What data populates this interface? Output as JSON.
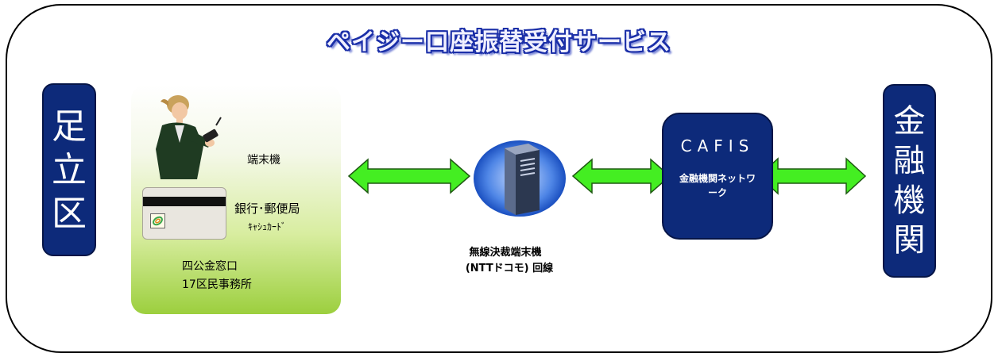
{
  "title": "ペイジー口座振替受付サービス",
  "adachi": [
    "足",
    "立",
    "区"
  ],
  "kinyu": [
    "金",
    "融",
    "機",
    "関"
  ],
  "panel": {
    "terminal": "端末機",
    "bank": "銀行･郵便局",
    "card": "ｷｬｼｭｶｰﾄﾞ",
    "madoguchi": "四公金窓口",
    "kumin": "17区民事務所"
  },
  "network": {
    "line1": "無線決裁端末機",
    "line2": "(NTTドコモ) 回線"
  },
  "cafis": {
    "title": "CAFIS",
    "sub": "金融機関ネットワーク"
  },
  "colors": {
    "navy": "#0d2a7a",
    "arrow": "#44ee22",
    "panel_bottom": "#9ccf3e"
  }
}
